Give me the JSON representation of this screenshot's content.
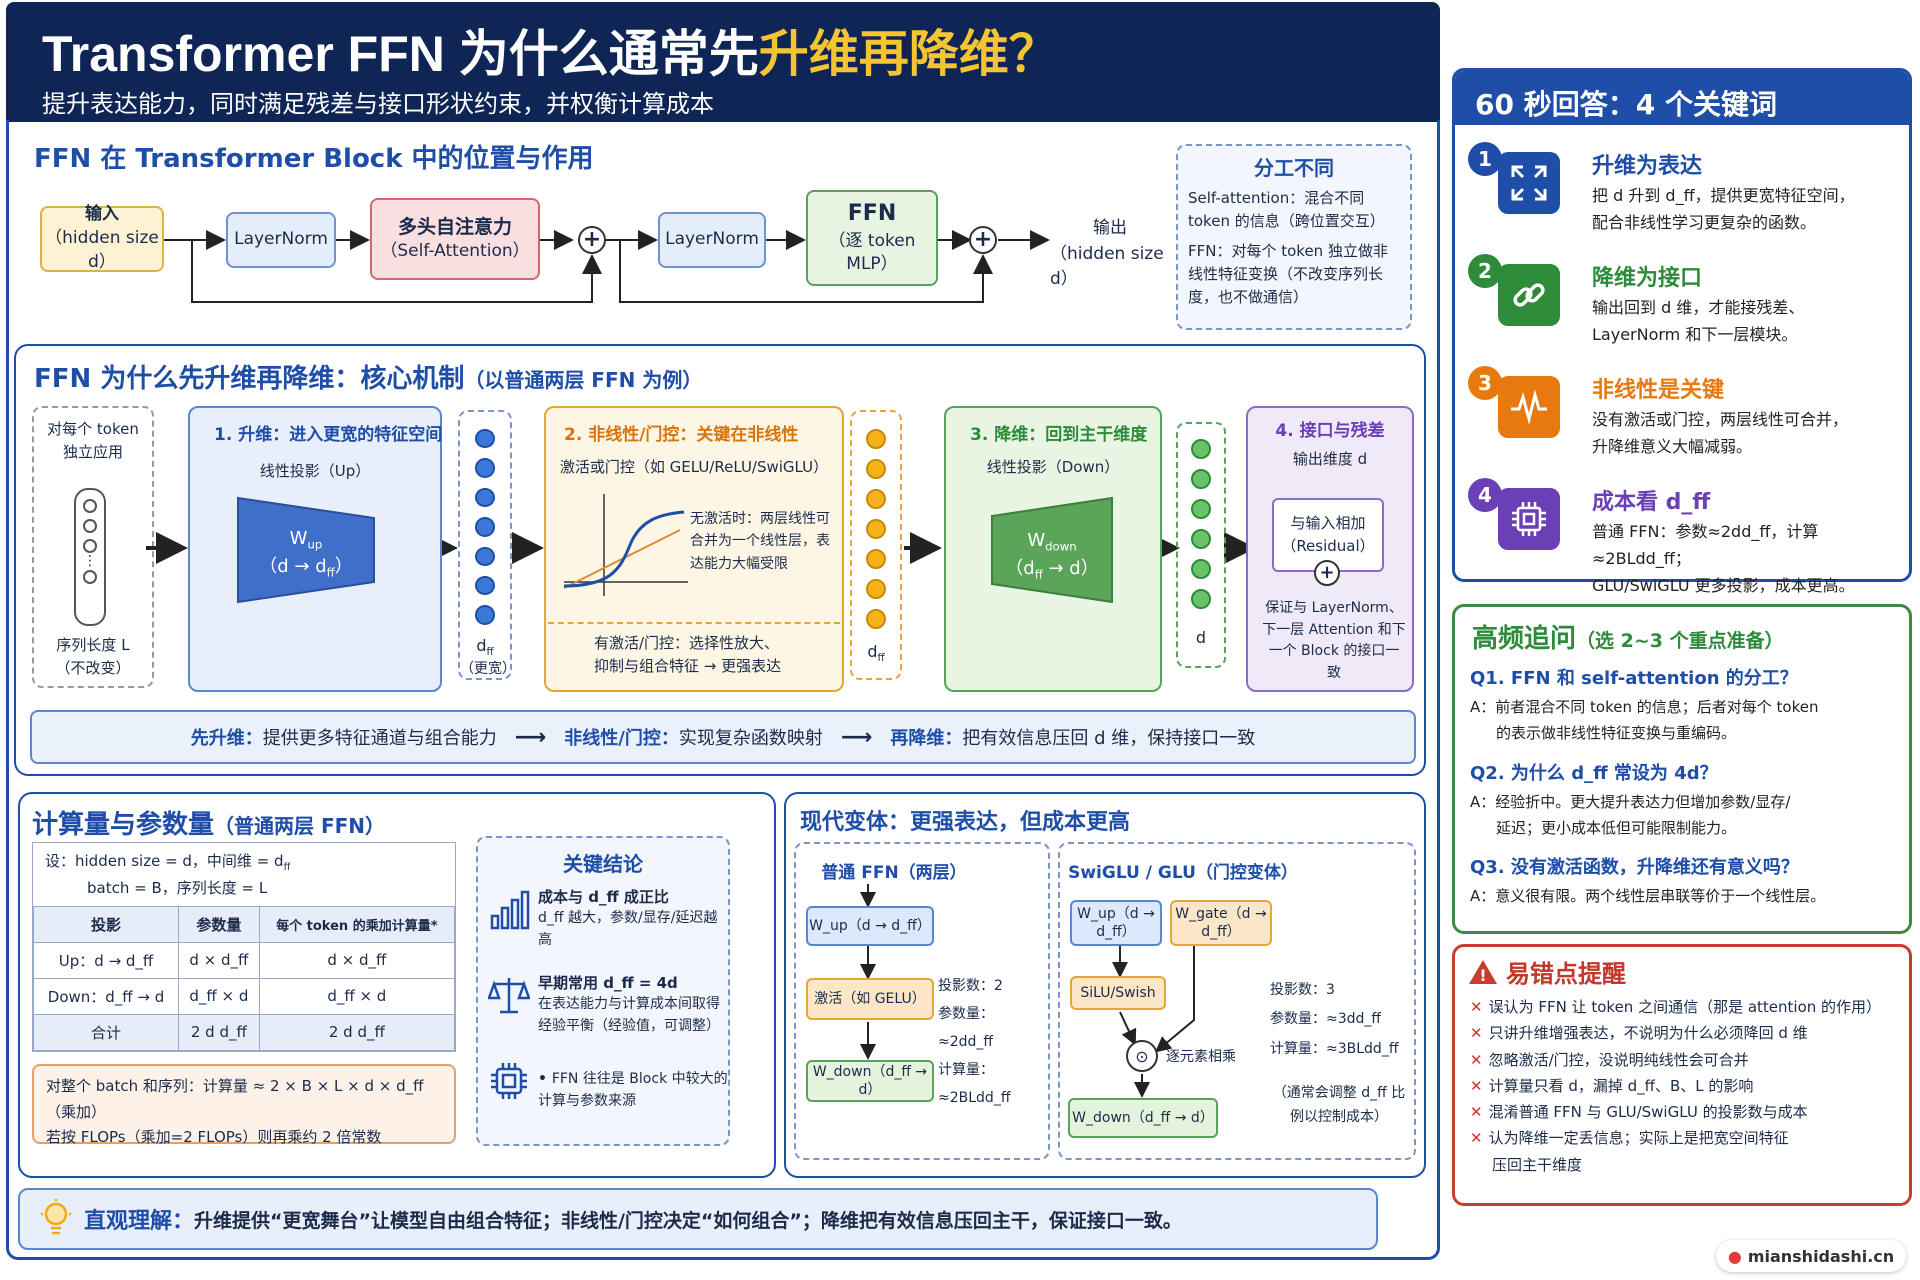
{
  "header": {
    "title_a": "Transformer FFN 为什么通常先",
    "title_b": "升维再降维？",
    "subtitle": "提升表达能力，同时满足残差与接口形状约束，并权衡计算成本"
  },
  "block": {
    "title": "FFN 在 Transformer Block 中的位置与作用",
    "input_l1": "输入",
    "input_l2": "（hidden size d）",
    "ln1": "LayerNorm",
    "mha_l1": "多头自注意力",
    "mha_l2": "（Self-Attention）",
    "ln2": "LayerNorm",
    "ffn_l1": "FFN",
    "ffn_l2": "（逐 token MLP）",
    "out_l1": "输出",
    "out_l2": "（hidden size d）",
    "div_title": "分工不同",
    "div_sa": "Self-attention：混合不同 token 的信息（跨位置交互）",
    "div_ffn": "FFN：对每个 token 独立做非线性特征变换（不改变序列长度，也不做通信）"
  },
  "mech": {
    "title": "FFN 为什么先升维再降维：核心机制",
    "title_small": "（以普通两层 FFN 为例）",
    "tok_l1": "对每个 token",
    "tok_l2": "独立应用",
    "seq_l1": "序列长度 L",
    "seq_l2": "（不改变）",
    "s1_title": "1. 升维：进入更宽的特征空间",
    "s1_sub": "线性投影（Up）",
    "s1_w": "W",
    "s1_wsub": "up",
    "s1_map": "（d → d",
    "s1_map_sub": "ff",
    "s1_map_end": "）",
    "dff_label": "d",
    "dff_sub": "ff",
    "dff_wide": "（更宽）",
    "s2_title": "2. 非线性/门控：关键在非线性",
    "s2_sub": "激活或门控（如 GELU/ReLU/SwiGLU）",
    "s2_note": "无激活时：两层线性可合并为一个线性层，表达能力大幅受限",
    "s2_b1": "有激活/门控：选择性放大、",
    "s2_b2": "抑制与组合特征 → 更强表达",
    "s3_title": "3. 降维：回到主干维度",
    "s3_sub": "线性投影（Down）",
    "s3_w": "W",
    "s3_wsub": "down",
    "s3_map": "（d",
    "s3_map_sub": "ff",
    "s3_map_end": " → d）",
    "d_label": "d",
    "s4_title": "4. 接口与残差",
    "s4_sub": "输出维度 d",
    "s4_res1": "与输入相加",
    "s4_res2": "（Residual）",
    "s4_d": "保证与 LayerNorm、下一层 Attention 和下一个 Block 的接口一致",
    "sum_a": "先升维：",
    "sum_a2": "提供更多特征通道与组合能力",
    "sum_b": "非线性/门控：",
    "sum_b2": "实现复杂函数映射",
    "sum_c": "再降维：",
    "sum_c2": "把有效信息压回 d 维，保持接口一致"
  },
  "cost": {
    "title": "计算量与参数量",
    "title_small": "（普通两层 FFN）",
    "set1": "设：hidden size = d，中间维 = d",
    "set1_sub": "ff",
    "set2": "batch = B，序列长度 = L",
    "headers": [
      "投影",
      "参数量",
      "每个 token 的乘加计算量*"
    ],
    "rows": [
      [
        "Up：d → d_ff",
        "d × d_ff",
        "d × d_ff"
      ],
      [
        "Down：d_ff → d",
        "d_ff × d",
        "d_ff × d"
      ],
      [
        "合计",
        "2 d d_ff",
        "2 d d_ff"
      ]
    ],
    "foot1": "对整个 batch 和序列：计算量 ≈ 2 × B × L × d × d_ff（乘加）",
    "foot2": "若按 FLOPs（乘加=2 FLOPs）则再乘约 2 倍常数",
    "key_title": "关键结论",
    "k1_t": "成本与 d_ff 成正比",
    "k1_d": "d_ff 越大，参数/显存/延迟越高",
    "k2_t": "早期常用 d_ff = 4d",
    "k2_d": "在表达能力与计算成本间取得经验平衡（经验值，可调整）",
    "k3_d": "FFN 往往是 Block 中较大的计算与参数来源"
  },
  "modern": {
    "title": "现代变体：更强表达，但成本更高",
    "plain_title": "普通 FFN（两层）",
    "p_up": "W_up（d → d_ff）",
    "p_act": "激活（如 GELU）",
    "p_down": "W_down（d_ff → d）",
    "p_proj": "投影数：2",
    "p_param": "参数量：≈2dd_ff",
    "p_comp": "计算量：≈2BLdd_ff",
    "glu_title": "SwiGLU / GLU（门控变体）",
    "g_up": "W_up（d → d_ff）",
    "g_gate": "W_gate（d → d_ff）",
    "g_silu": "SiLU/Swish",
    "g_mul": "逐元素相乘",
    "g_down": "W_down（d_ff → d）",
    "g_proj": "投影数：3",
    "g_param": "参数量：≈3dd_ff",
    "g_comp": "计算量：≈3BLdd_ff",
    "g_note": "（通常会调整 d_ff 比例以控制成本）"
  },
  "intuition": {
    "label": "直观理解：",
    "text": "升维提供“更宽舞台”让模型自由组合特征；非线性/门控决定“如何组合”；降维把有效信息压回主干，保证接口一致。"
  },
  "answer": {
    "title": "60 秒回答：4 个关键词",
    "items": [
      {
        "n": "1",
        "t": "升维为表达",
        "d1": "把 d 升到 d_ff，提供更宽特征空间，",
        "d2": "配合非线性学习更复杂的函数。",
        "color": "#1f4ea8"
      },
      {
        "n": "2",
        "t": "降维为接口",
        "d1": "输出回到 d 维，才能接残差、",
        "d2": "LayerNorm 和下一层模块。",
        "color": "#2e8b3a"
      },
      {
        "n": "3",
        "t": "非线性是关键",
        "d1": "没有激活或门控，两层线性可合并，",
        "d2": "升降维意义大幅减弱。",
        "color": "#e8790f"
      },
      {
        "n": "4",
        "t": "成本看 d_ff",
        "d1": "普通 FFN：参数≈2dd_ff，计算≈2BLdd_ff；",
        "d2": "GLU/SwiGLU 更多投影，成本更高。",
        "color": "#6b3fb5"
      }
    ]
  },
  "followup": {
    "title": "高频追问",
    "title_small": "（选 2~3 个重点准备）",
    "qa": [
      {
        "q": "Q1. FFN 和 self-attention 的分工？",
        "a1": "A：前者混合不同 token 的信息；后者对每个 token",
        "a2": "的表示做非线性特征变换与重编码。"
      },
      {
        "q": "Q2. 为什么 d_ff 常设为 4d？",
        "a1": "A：经验折中。更大提升表达力但增加参数/显存/",
        "a2": "延迟；更小成本低但可能限制能力。"
      },
      {
        "q": "Q3. 没有激活函数，升降维还有意义吗？",
        "a1": "A：意义很有限。两个线性层串联等价于一个线性层。",
        "a2": ""
      }
    ]
  },
  "mistakes": {
    "title": "易错点提醒",
    "items": [
      "误认为 FFN 让 token 之间通信（那是 attention 的作用）",
      "只讲升维增强表达，不说明为什么必须降回 d 维",
      "忽略激活/门控，没说明纯线性会可合并",
      "计算量只看 d，漏掉 d_ff、B、L 的影响",
      "混淆普通 FFN 与 GLU/SwiGLU 的投影数与成本",
      "认为降维一定丢信息；实际上是把宽空间特征",
      "压回主干维度"
    ]
  },
  "watermark": "mianshidashi.cn",
  "colors": {
    "navy": "#0f2555",
    "blue": "#1f4ea8",
    "gold": "#f5c531",
    "green": "#2e8b3a",
    "orange": "#e8790f",
    "purple": "#6b3fb5",
    "red": "#c0392b"
  }
}
